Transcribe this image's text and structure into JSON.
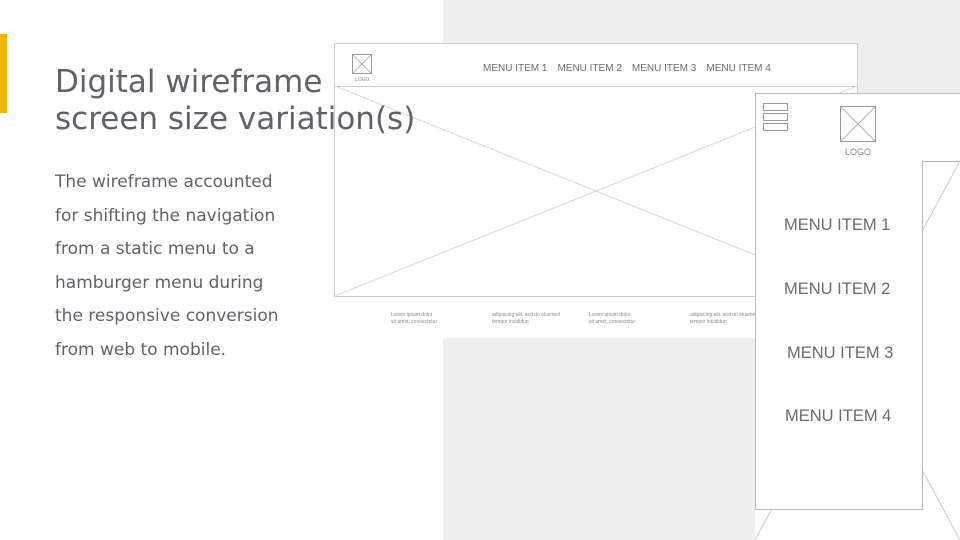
{
  "slide": {
    "title_lines": [
      "Digital wireframe",
      "screen size variation(s)"
    ],
    "body_lines": [
      "The wireframe accounted",
      "for shifting the navigation",
      "from a static menu to a",
      "hamburger menu during",
      "the responsive conversion",
      "from web to mobile."
    ],
    "accent_color": "#f5b400"
  },
  "desktop": {
    "logo_label": "LOGO",
    "menu": [
      "MENU ITEM 1",
      "MENU ITEM 2",
      "MENU ITEM 3",
      "MENU ITEM 4"
    ],
    "footer_blocks": [
      [
        "Lorem ipsum dolor",
        "sit amet, consectetur"
      ],
      [
        "adipiscing elit, sed do eiusmod",
        "tempor incididun"
      ],
      [
        "Lorem ipsum dolor",
        "sit amet, consectetur"
      ],
      [
        "adipiscing elit, sed do eiusmod",
        "tempor incididun"
      ]
    ]
  },
  "mobile": {
    "logo_label": "LOGO",
    "drawer_menu": [
      "MENU ITEM 1",
      "MENU ITEM 2",
      "MENU ITEM 3",
      "MENU ITEM 4"
    ]
  }
}
